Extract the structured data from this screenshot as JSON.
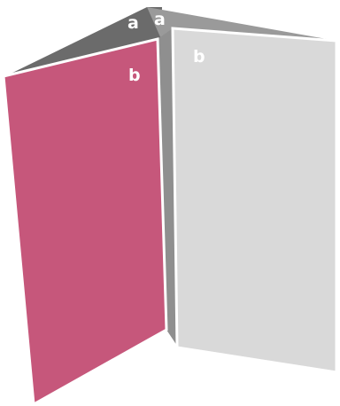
{
  "diagram": {
    "labels": {
      "top_left": "a",
      "top_right": "a",
      "front_left": "b",
      "front_right": "b"
    },
    "colors": {
      "back_panel_left": "#6b6b6b",
      "back_panel_right": "#9a9a9a",
      "front_panel_left": "#c6577b",
      "front_panel_right": "#d9d9d9",
      "edge": "#ffffff",
      "label": "#ffffff"
    }
  }
}
